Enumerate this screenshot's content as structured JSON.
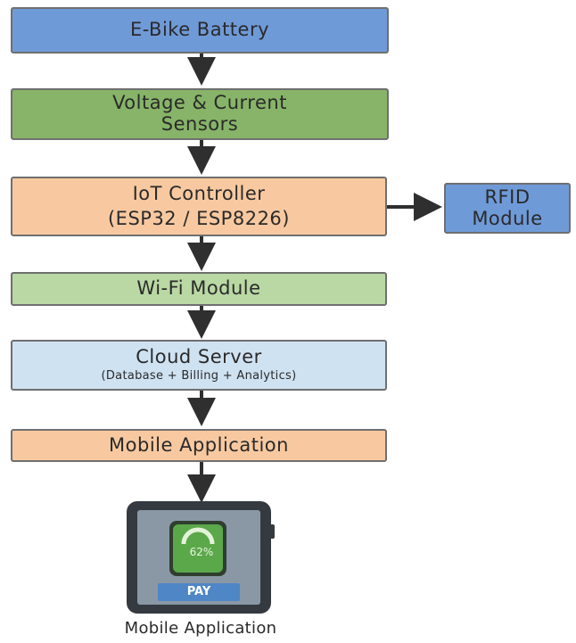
{
  "nodes": {
    "battery": {
      "label": "E-Bike Battery"
    },
    "sensors": {
      "line1": "Voltage & Current",
      "line2": "Sensors"
    },
    "controller": {
      "line1": "IoT Controller",
      "line2": "(ESP32 / ESP8226)"
    },
    "rfid": {
      "line1": "RFID",
      "line2": "Module"
    },
    "wifi": {
      "label": "Wi-Fi Module"
    },
    "cloud": {
      "title": "Cloud Server",
      "subtitle": "(Database + Billing + Analytics)"
    },
    "mobile_app": {
      "label": "Mobile Application"
    }
  },
  "phone": {
    "battery_percent": "62%",
    "pay_label": "PAY",
    "caption": "Mobile Application"
  },
  "colors": {
    "blue": "#6f9ad8",
    "green": "#87b468",
    "light_green": "#b9d8a3",
    "peach": "#f8c9a0",
    "light_blue": "#cfe2f2",
    "arrow": "#2f2f2f"
  }
}
